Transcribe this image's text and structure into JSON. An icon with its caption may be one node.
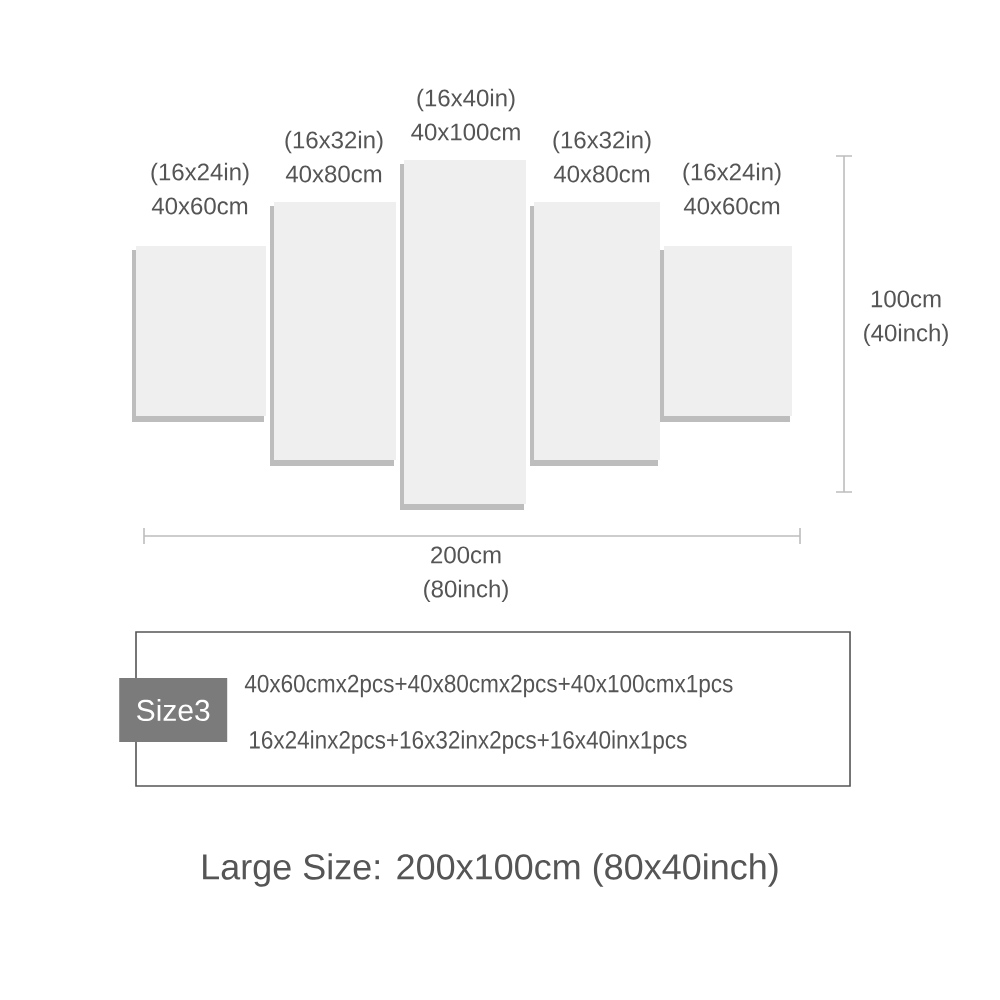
{
  "diagram": {
    "nodes": [
      {
        "text": [
          "(16x24in)",
          "40x60cm"
        ]
      },
      {
        "text": [
          "(16x32in)",
          "40x80cm"
        ]
      },
      {
        "text": [
          "(16x40in)",
          "40x100cm"
        ]
      },
      {
        "text": [
          "(16x32in)",
          "40x80cm"
        ]
      },
      {
        "text": [
          "(16x24in)",
          "40x60cm"
        ]
      },
      {
        "text": [
          "40x60cmx2pcs+40x80cmx2pcs+40x100cmx1pcs",
          "16x24inx2pcs+16x32inx2pcs+16x40inx1pcs"
        ]
      },
      {
        "text": [
          "Size3"
        ],
        "in": 5
      }
    ],
    "labels": [
      "100cm (40inch)",
      "200cm (80inch)",
      "Large Size: 200x100cm (80x40inch)"
    ]
  }
}
